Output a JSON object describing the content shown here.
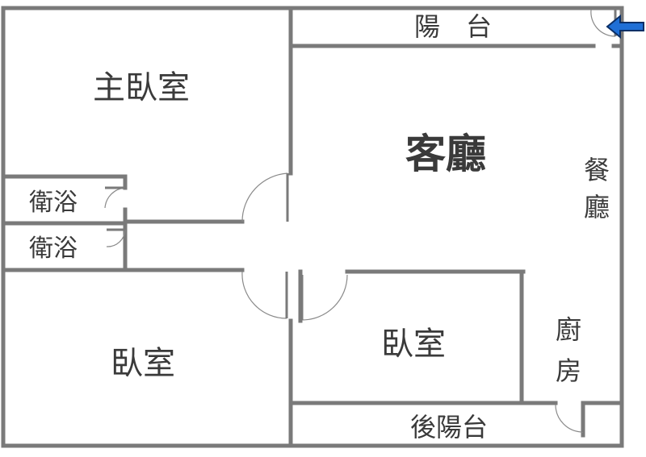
{
  "floorplan": {
    "rooms": {
      "master_bedroom": "主臥室",
      "living_room": "客廳",
      "dining_room_line1": "餐",
      "dining_room_line2": "廳",
      "bathroom_1": "衛浴",
      "bathroom_2": "衛浴",
      "bedroom_1": "臥室",
      "bedroom_2": "臥室",
      "kitchen_line1": "廚",
      "kitchen_line2": "房",
      "balcony": "陽　台",
      "rear_balcony": "後陽台"
    },
    "entrance_arrow_color": "#1f6fd6",
    "wall_color": "#7a7a7a",
    "label_color": "#3a3a3a"
  }
}
